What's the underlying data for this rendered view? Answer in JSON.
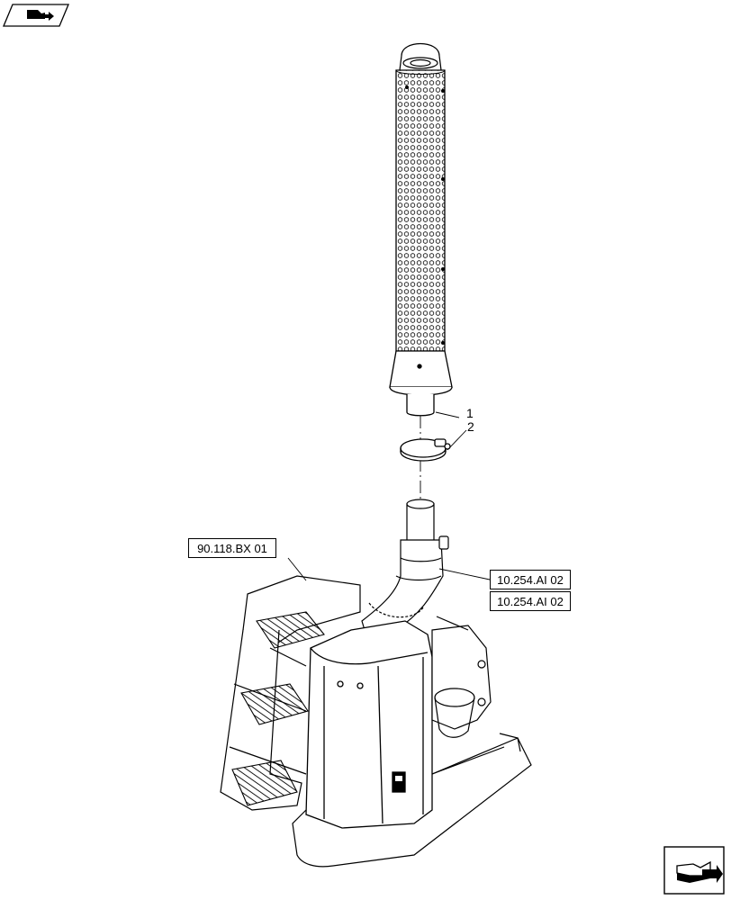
{
  "callouts": [
    {
      "id": "1",
      "text": "1"
    },
    {
      "id": "2",
      "text": "2"
    }
  ],
  "references": [
    {
      "id": "ref-90118",
      "text": "90.118.BX 01"
    },
    {
      "id": "ref-10254-a",
      "text": "10.254.AI 02"
    },
    {
      "id": "ref-10254-b",
      "text": "10.254.AI 02"
    }
  ],
  "icons": {
    "top_left": "page-layout-icon",
    "bottom_right": "next-page-arrow-icon"
  },
  "colors": {
    "line": "#000000",
    "background": "#ffffff"
  }
}
